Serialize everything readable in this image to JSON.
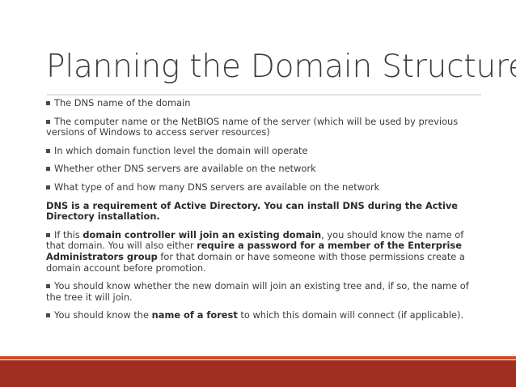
{
  "slide": {
    "title": "Planning the Domain Structure",
    "bullet_glyph": "■",
    "accent_stripe_color": "#d2481e",
    "footer_band_color": "#a12e1e",
    "title_color": "#3b3b3b",
    "body_color": "#3a3a3a",
    "rule_color": "#e2e2e2",
    "body": [
      {
        "id": "dns-name",
        "bulleted": true,
        "bold_all": false,
        "runs": [
          {
            "text": "The DNS name of the domain",
            "bold": false
          }
        ]
      },
      {
        "id": "netbios-name",
        "bulleted": true,
        "bold_all": false,
        "runs": [
          {
            "text": "The computer name or the NetBIOS name of the server (which will be used by previous versions of Windows to access server resources)",
            "bold": false
          }
        ]
      },
      {
        "id": "domain-function-level",
        "bulleted": true,
        "bold_all": false,
        "runs": [
          {
            "text": "In which domain function level the domain will operate",
            "bold": false
          }
        ]
      },
      {
        "id": "other-dns-servers",
        "bulleted": true,
        "bold_all": false,
        "runs": [
          {
            "text": "Whether other DNS servers are available on the network",
            "bold": false
          }
        ]
      },
      {
        "id": "dns-server-types",
        "bulleted": true,
        "bold_all": false,
        "runs": [
          {
            "text": "What type of and how many DNS servers are available on the network",
            "bold": false
          }
        ]
      },
      {
        "id": "dns-requirement",
        "bulleted": false,
        "bold_all": true,
        "runs": [
          {
            "text": "DNS is a requirement of Active Directory. You can install DNS during the Active Directory installation.",
            "bold": true
          }
        ]
      },
      {
        "id": "existing-domain-join",
        "bulleted": true,
        "bold_all": false,
        "runs": [
          {
            "text": "If this ",
            "bold": false
          },
          {
            "text": "domain controller will join an existing domain",
            "bold": true
          },
          {
            "text": ", you should know the name of that domain. You will also either ",
            "bold": false
          },
          {
            "text": "require a password for a member of the Enterprise Administrators group",
            "bold": true
          },
          {
            "text": " for that domain or have someone with those permissions create a domain account before promotion.",
            "bold": false
          }
        ]
      },
      {
        "id": "existing-tree",
        "bulleted": true,
        "bold_all": false,
        "runs": [
          {
            "text": "You should know whether the new domain will join an existing tree and, if so, the name of the tree it will join.",
            "bold": false
          }
        ]
      },
      {
        "id": "forest-name",
        "bulleted": true,
        "bold_all": false,
        "runs": [
          {
            "text": "You should know the ",
            "bold": false
          },
          {
            "text": "name of a forest",
            "bold": true
          },
          {
            "text": " to which this domain will connect (if applicable).",
            "bold": false
          }
        ]
      }
    ]
  }
}
